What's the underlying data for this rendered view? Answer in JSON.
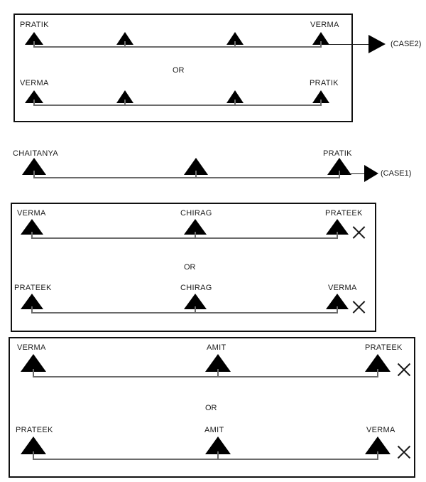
{
  "diagram": {
    "title": "",
    "colors": {
      "shape_fill": "#000000",
      "line": "#6b6b6b",
      "box_border": "#111111",
      "text": "#1a1a1a",
      "background": "#ffffff"
    },
    "or_label": "OR",
    "case_labels": {
      "case2": "(CASE2)",
      "case1": "(CASE1)"
    },
    "groups": [
      {
        "id": "group-case2",
        "boxed": true,
        "or_label": "OR",
        "output_label": "(CASE2)",
        "rows": [
          {
            "id": "case2-row-1",
            "nodes": [
              "PRATIK",
              "",
              "",
              "VERMA"
            ],
            "labels": [
              {
                "text": "PRATIK",
                "position": "left"
              },
              {
                "text": "",
                "position": "mid-1"
              },
              {
                "text": "",
                "position": "mid-2"
              },
              {
                "text": "VERMA",
                "position": "right"
              }
            ],
            "terminator": "arrow"
          },
          {
            "id": "case2-row-2",
            "nodes": [
              "VERMA",
              "",
              "",
              "PRATIK"
            ],
            "labels": [
              {
                "text": "VERMA",
                "position": "left"
              },
              {
                "text": "",
                "position": "mid-1"
              },
              {
                "text": "",
                "position": "mid-2"
              },
              {
                "text": "PRATIK",
                "position": "right"
              }
            ],
            "terminator": "none"
          }
        ]
      },
      {
        "id": "group-case1",
        "boxed": false,
        "or_label": "",
        "output_label": "(CASE1)",
        "rows": [
          {
            "id": "case1-row-1",
            "nodes": [
              "CHAITANYA",
              "",
              "PRATIK"
            ],
            "labels": [
              {
                "text": "CHAITANYA",
                "position": "left"
              },
              {
                "text": "",
                "position": "mid"
              },
              {
                "text": "PRATIK",
                "position": "right"
              }
            ],
            "terminator": "arrow"
          }
        ]
      },
      {
        "id": "group-chirag",
        "boxed": true,
        "or_label": "OR",
        "output_label": "",
        "rows": [
          {
            "id": "chirag-row-1",
            "nodes": [
              "VERMA",
              "CHIRAG",
              "PRATEEK"
            ],
            "labels": [
              {
                "text": "VERMA",
                "position": "left"
              },
              {
                "text": "CHIRAG",
                "position": "mid"
              },
              {
                "text": "PRATEEK",
                "position": "right"
              }
            ],
            "terminator": "cross"
          },
          {
            "id": "chirag-row-2",
            "nodes": [
              "PRATEEK",
              "CHIRAG",
              "VERMA"
            ],
            "labels": [
              {
                "text": "PRATEEK",
                "position": "left"
              },
              {
                "text": "CHIRAG",
                "position": "mid"
              },
              {
                "text": "VERMA",
                "position": "right"
              }
            ],
            "terminator": "cross"
          }
        ]
      },
      {
        "id": "group-amit",
        "boxed": true,
        "or_label": "OR",
        "output_label": "",
        "rows": [
          {
            "id": "amit-row-1",
            "nodes": [
              "VERMA",
              "AMIT",
              "PRATEEK"
            ],
            "labels": [
              {
                "text": "VERMA",
                "position": "left"
              },
              {
                "text": "AMIT",
                "position": "mid"
              },
              {
                "text": "PRATEEK",
                "position": "right"
              }
            ],
            "terminator": "cross"
          },
          {
            "id": "amit-row-2",
            "nodes": [
              "PRATEEK",
              "AMIT",
              "VERMA"
            ],
            "labels": [
              {
                "text": "PRATEEK",
                "position": "left"
              },
              {
                "text": "AMIT",
                "position": "mid"
              },
              {
                "text": "VERMA",
                "position": "right"
              }
            ],
            "terminator": "cross"
          }
        ]
      }
    ],
    "text": {
      "pratik": "PRATIK",
      "verma": "VERMA",
      "chaitanya": "CHAITANYA",
      "chirag": "CHIRAG",
      "prateek": "PRATEEK",
      "amit": "AMIT",
      "or": "OR",
      "case1": "(CASE1)",
      "case2": "(CASE2)"
    }
  }
}
